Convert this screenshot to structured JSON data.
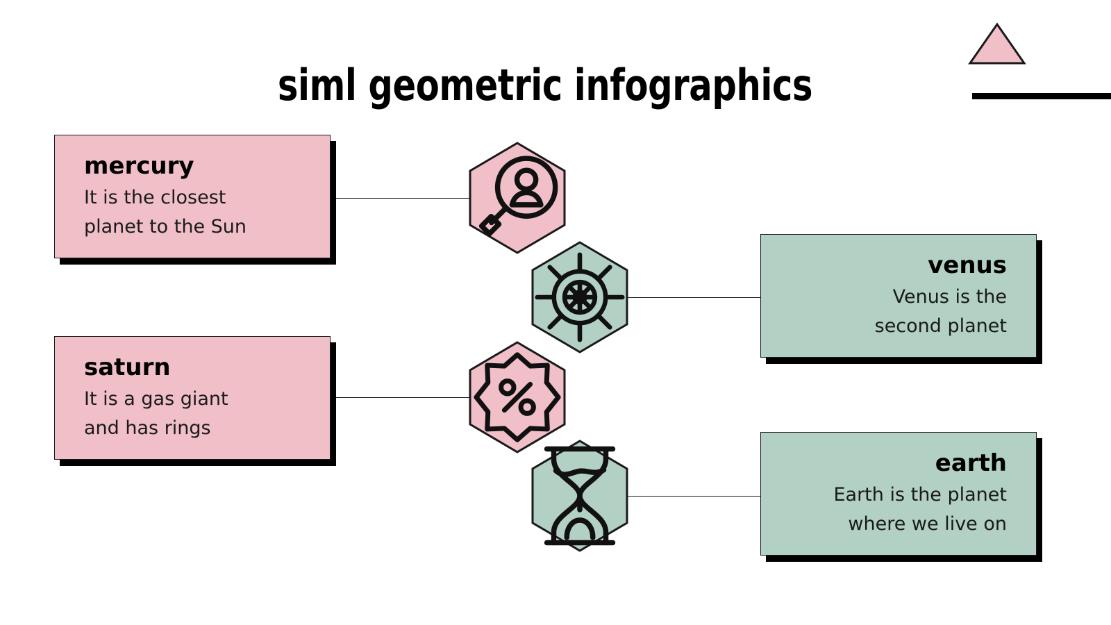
{
  "title": "siml geometric infographics",
  "colors": {
    "pink": "#f0bfc8",
    "green": "#b2d0c4",
    "outline": "#1a1a1a",
    "shadow": "#000000",
    "background": "#ffffff"
  },
  "decor": {
    "triangle_name": "pink-triangle",
    "bar_name": "black-bar"
  },
  "cards": [
    {
      "key": "mercury",
      "title": "mercury",
      "description": "It is the closest\nplanet to the Sun",
      "color": "pink",
      "align": "left"
    },
    {
      "key": "venus",
      "title": "venus",
      "description": "Venus is the\nsecond planet",
      "color": "green",
      "align": "right"
    },
    {
      "key": "saturn",
      "title": "saturn",
      "description": "It is a gas giant\nand has rings",
      "color": "pink",
      "align": "left"
    },
    {
      "key": "earth",
      "title": "earth",
      "description": "Earth is the planet\nwhere we live on",
      "color": "green",
      "align": "right"
    }
  ],
  "hexagons": [
    {
      "key": "mercury",
      "icon": "user-search-icon",
      "color": "pink"
    },
    {
      "key": "venus",
      "icon": "ship-wheel-icon",
      "color": "green"
    },
    {
      "key": "saturn",
      "icon": "percent-badge-icon",
      "color": "pink"
    },
    {
      "key": "earth",
      "icon": "hourglass-icon",
      "color": "green"
    }
  ]
}
